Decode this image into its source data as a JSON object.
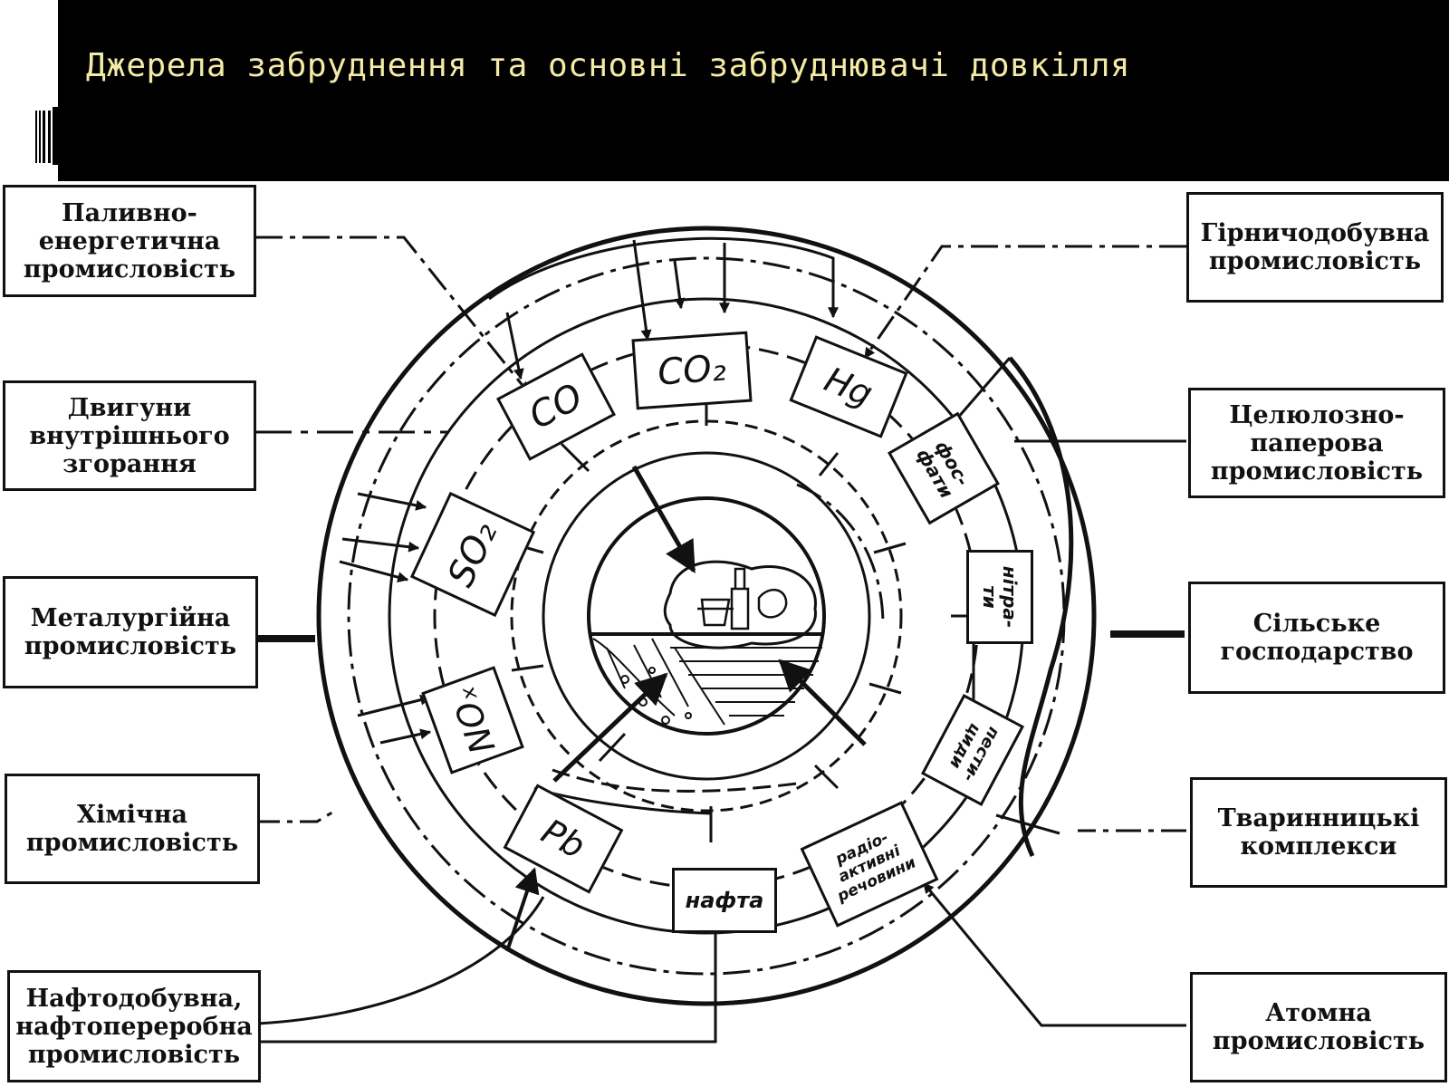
{
  "slide": {
    "title": "Джерела забруднення та основні забруднювачі довкілля"
  },
  "sources": {
    "fuel_energy": "Паливно-\nенергетична\nпромисловість",
    "ice_engines": "Двигуни\nвнутрішнього\nзгорання",
    "metallurgy": "Металургійна\nпромисловість",
    "chemical": "Хімічна\nпромисловість",
    "oil": "Нафтодобувна,\nнафтопереробна\nпромисловість",
    "mining": "Гірничодобувна\nпромисловість",
    "pulp_paper": "Целюлозно-\nпаперова\nпромисловість",
    "agriculture": "Сільське\nгосподарство",
    "livestock": "Тваринницькі\nкомплекси",
    "nuclear": "Атомна\nпромисловість"
  },
  "pollutants": {
    "co": "CO",
    "co2": "CO₂",
    "hg": "Hg",
    "so2": "SO₂",
    "nox": "NOₓ",
    "pb": "Pb",
    "phosphates": "фос-\nфати",
    "nitrates": "нітра-\nти",
    "pesticides": "пести-\nциди",
    "oil": "нафта",
    "radionuclides": "радіо-\nактивні\nречовини"
  }
}
